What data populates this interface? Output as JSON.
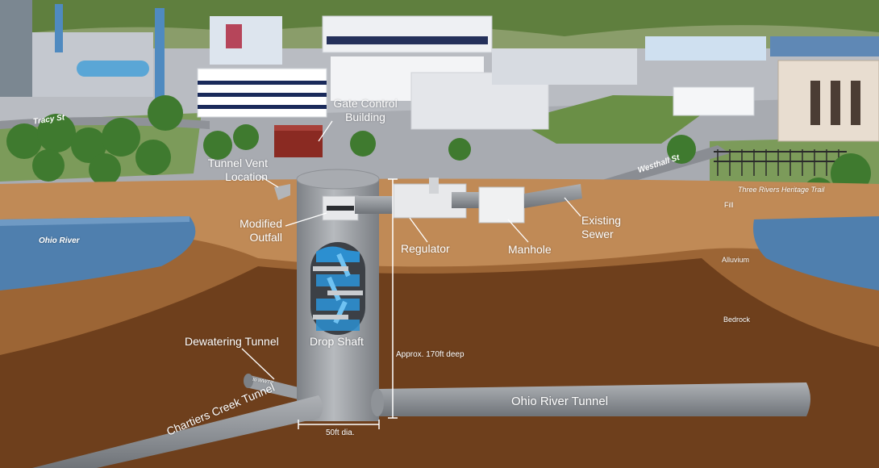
{
  "labels": {
    "gate_control": "Gate Control\nBuilding",
    "tunnel_vent": "Tunnel Vent\nLocation",
    "modified_outfall": "Modified\nOutfall",
    "regulator": "Regulator",
    "manhole": "Manhole",
    "existing_sewer": "Existing\nSewer",
    "dewatering_tunnel": "Dewatering Tunnel",
    "drop_shaft": "Drop Shaft",
    "depth": "Approx. 170ft deep",
    "diameter": "50ft dia.",
    "ohio_river_tunnel": "Ohio River Tunnel",
    "chartiers_creek_tunnel": "Chartiers Creek Tunnel",
    "to_wwtp": "to WWTP"
  },
  "places": {
    "tracy_st": "Tracy St",
    "westhall_st": "Westhall St",
    "ohio_river": "Ohio River",
    "trail": "Three Rivers Heritage Trail"
  },
  "strata": {
    "fill": "Fill",
    "alluvium": "Alluvium",
    "bedrock": "Bedrock"
  },
  "colors": {
    "sky_green": "#6b8f4a",
    "ground_gray": "#a4a7ad",
    "fill_soil": "#c08a56",
    "alluvium": "#9c6535",
    "bedrock": "#6e3f1c",
    "river": "#4f7fae",
    "pipe_gray": "#8e9297",
    "water_blue": "#2c8fd0",
    "building_red": "#8a2a22"
  }
}
